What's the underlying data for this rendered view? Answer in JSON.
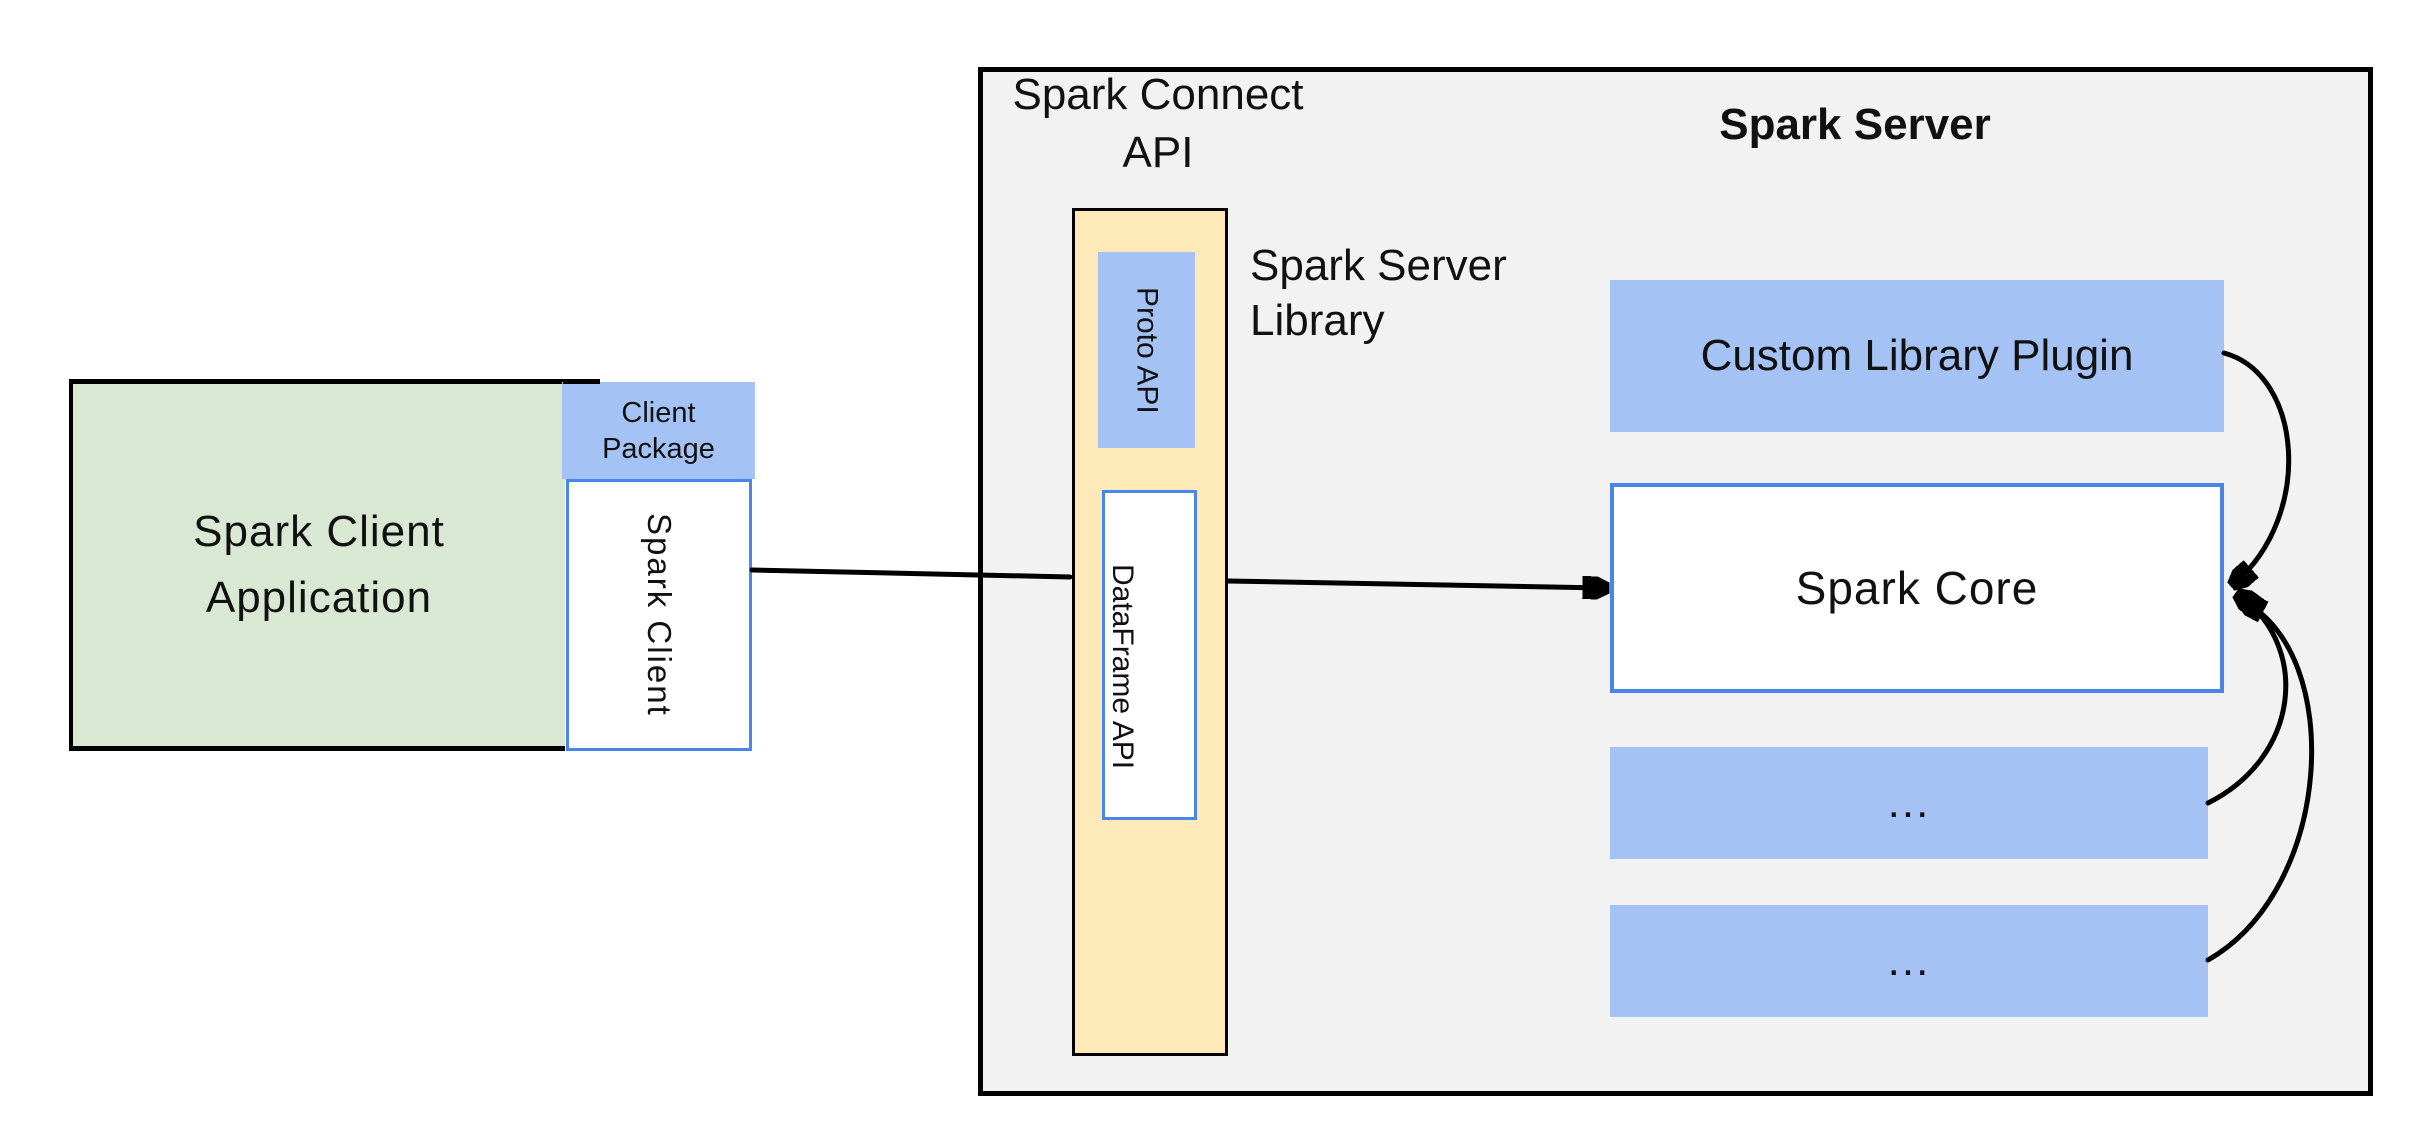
{
  "client": {
    "title_line1": "Spark Client",
    "title_line2": "Application",
    "package_label_line1": "Client",
    "package_label_line2": "Package",
    "spark_client_label": "Spark Client"
  },
  "connect": {
    "label_line1": "Spark Connect",
    "label_line2": "API",
    "proto_api_label": "Proto API",
    "dataframe_api_label": "DataFrame API",
    "library_label_line1": "Spark Server",
    "library_label_line2": "Library"
  },
  "server": {
    "title": "Spark Server",
    "plugin_label": "Custom Library Plugin",
    "core_label": "Spark Core",
    "ellipsis_top": "...",
    "ellipsis_bottom": "..."
  },
  "colors": {
    "green_fill": "#d9e8d3",
    "blue_fill": "#a4c2f4",
    "yellow_fill": "#fdeab8",
    "gray_fill": "#f2f2f2",
    "blue_border": "#4a86e8",
    "line_color": "#000000"
  }
}
